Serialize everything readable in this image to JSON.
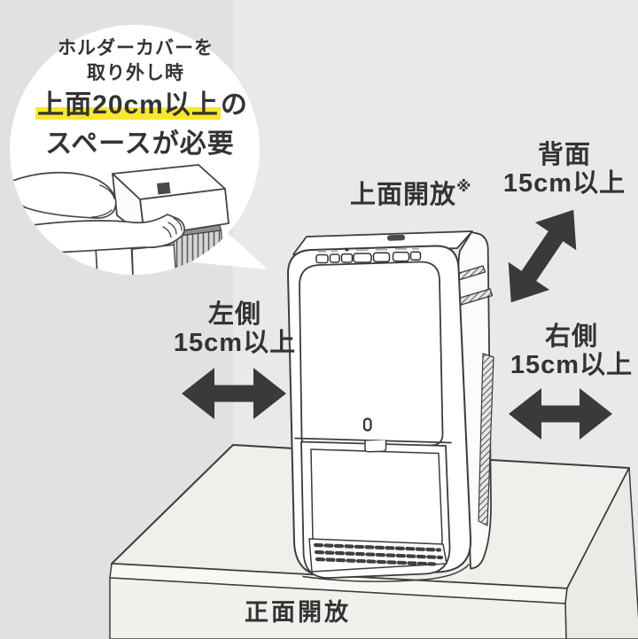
{
  "colors": {
    "ink": "#333333",
    "arrow": "#3A3A3A",
    "highlight": "#F8E72C",
    "wall_left": "#E1E1E1",
    "wall_right": "#E9E9E9",
    "line": "#3C3C3C"
  },
  "callout": {
    "line1": "ホルダーカバーを",
    "line2": "取り外し時",
    "line3_highlight": "上面20cm以上",
    "line3_suffix": "の",
    "line4": "スペースが必要"
  },
  "labels": {
    "top": {
      "text": "上面開放",
      "note": "※"
    },
    "back": {
      "title": "背面",
      "value": "15cm以上"
    },
    "left": {
      "title": "左側",
      "value": "15cm以上"
    },
    "right": {
      "title": "右側",
      "value": "15cm以上"
    },
    "front": {
      "text": "正面開放"
    }
  }
}
